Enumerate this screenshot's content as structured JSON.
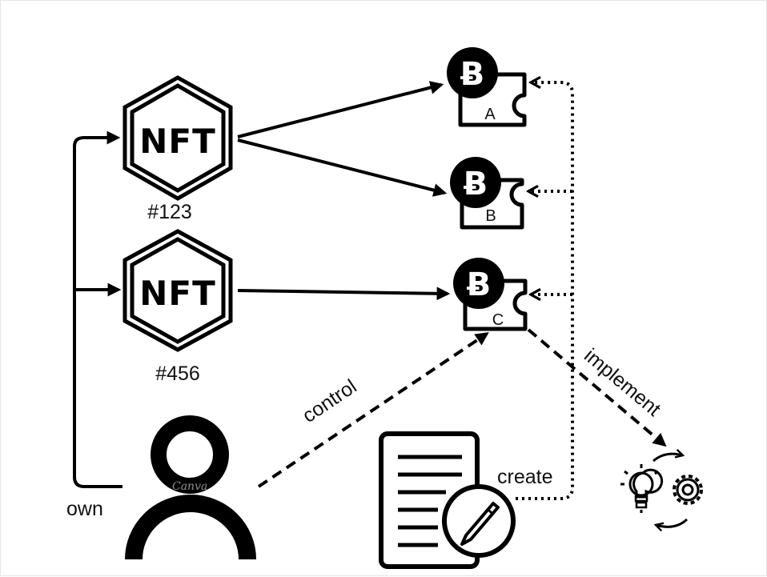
{
  "nfts": [
    {
      "label": "NFT",
      "id": "#123"
    },
    {
      "label": "NFT",
      "id": "#456"
    }
  ],
  "tokens": [
    {
      "glyph": "Ƀ",
      "label": "A"
    },
    {
      "glyph": "Ƀ",
      "label": "B"
    },
    {
      "glyph": "Ƀ",
      "label": "C"
    }
  ],
  "edges": {
    "own": "own",
    "control": "control",
    "create": "create",
    "implement": "implement"
  },
  "watermark": "Canva"
}
